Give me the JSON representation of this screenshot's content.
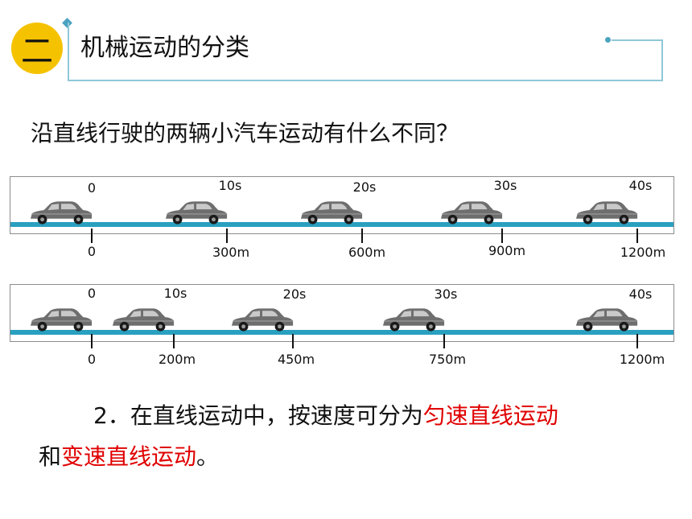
{
  "header": {
    "badge": "二",
    "title": "机械运动的分类"
  },
  "question": "沿直线行驶的两辆小汽车运动有什么不同？",
  "diagram": {
    "top": {
      "times": [
        "0",
        "10s",
        "20s",
        "30s",
        "40s"
      ],
      "distances": [
        "0",
        "300m",
        "600m",
        "900m",
        "1200m"
      ]
    },
    "bottom": {
      "times": [
        "0",
        "10s",
        "20s",
        "30s",
        "40s"
      ],
      "distances": [
        "0",
        "200m",
        "450m",
        "750m",
        "1200m"
      ]
    }
  },
  "conclusion": {
    "line1_prefix": "2．在直线运动中，按速度可分为",
    "line1_highlight": "匀速直线运动",
    "line2_prefix": "和",
    "line2_highlight": "变速直线运动",
    "line2_suffix": "。"
  },
  "colors": {
    "badge": "#f5c200",
    "frame": "#8fc8d8",
    "road": "#2aa0c0",
    "highlight": "#e00000"
  }
}
